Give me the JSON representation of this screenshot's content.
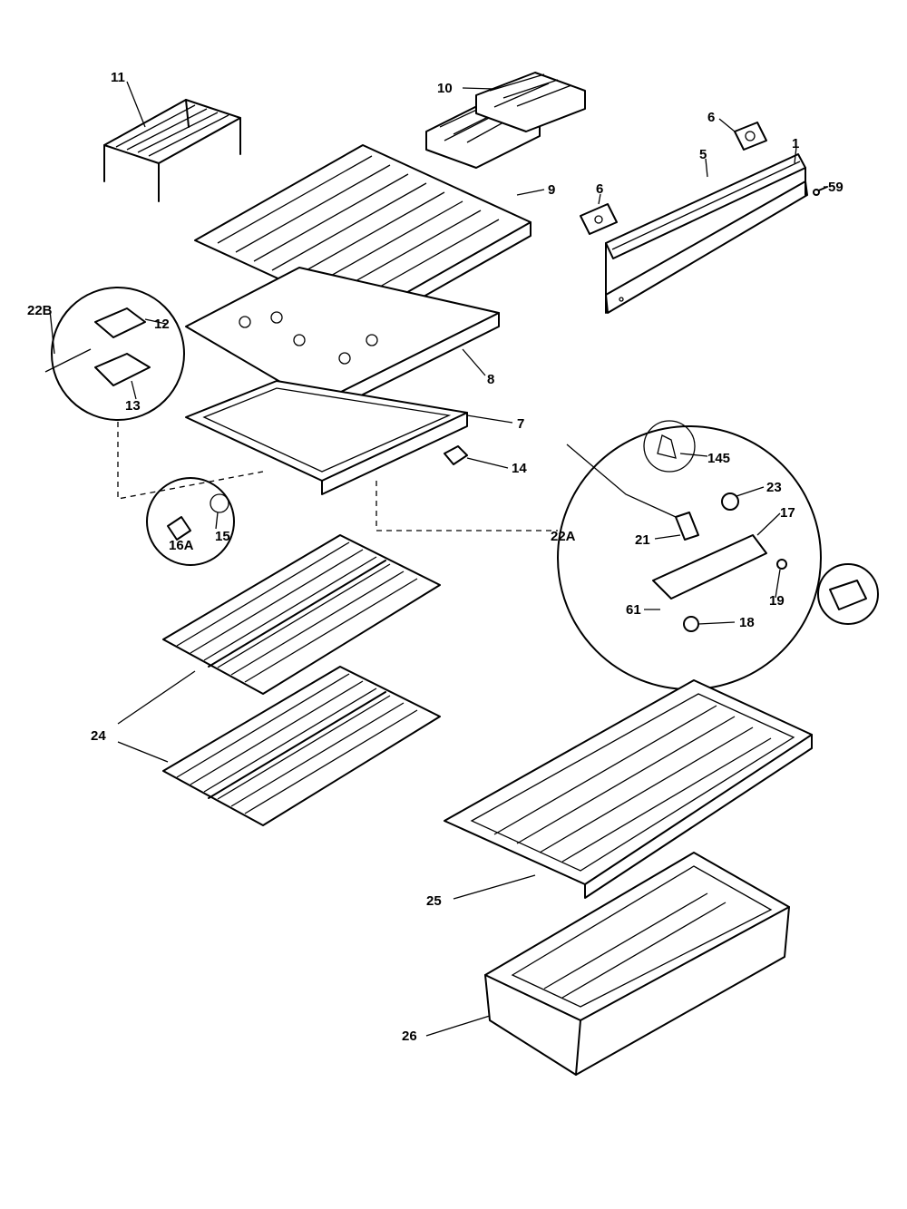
{
  "callouts": {
    "c11": "11",
    "c10": "10",
    "c6a": "6",
    "c1": "1",
    "c5": "5",
    "c9": "9",
    "c6b": "6",
    "c59": "59",
    "c22b": "22B",
    "c12": "12",
    "c13": "13",
    "c8": "8",
    "c7": "7",
    "c14": "14",
    "c145": "145",
    "c23": "23",
    "c17": "17",
    "c22a": "22A",
    "c21": "21",
    "c15": "15",
    "c16a": "16A",
    "c19": "19",
    "c61": "61",
    "c18": "18",
    "c24": "24",
    "c25": "25",
    "c26": "26"
  }
}
